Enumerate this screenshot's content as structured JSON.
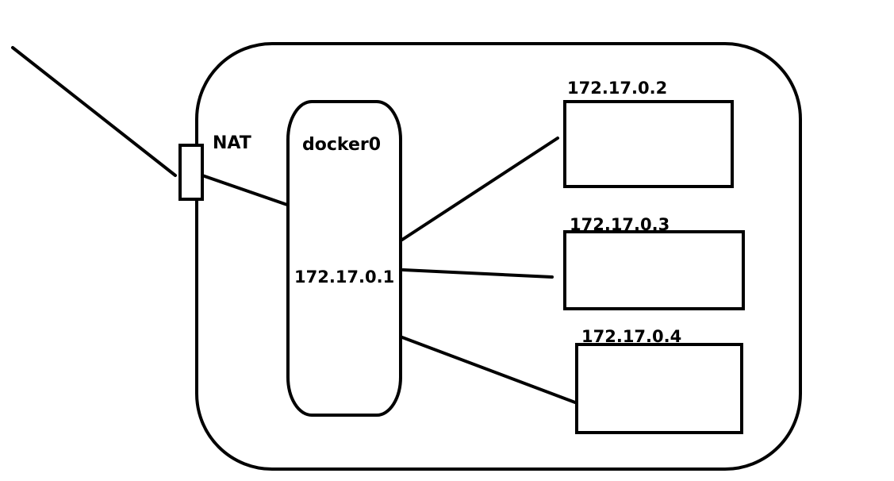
{
  "diagram": {
    "nat_label": "NAT",
    "bridge": {
      "name": "docker0",
      "ip": "172.17.0.1"
    },
    "containers": [
      {
        "ip": "172.17.0.2"
      },
      {
        "ip": "172.17.0.3"
      },
      {
        "ip": "172.17.0.4"
      }
    ],
    "colors": {
      "stroke": "#000000",
      "background": "#ffffff"
    }
  }
}
